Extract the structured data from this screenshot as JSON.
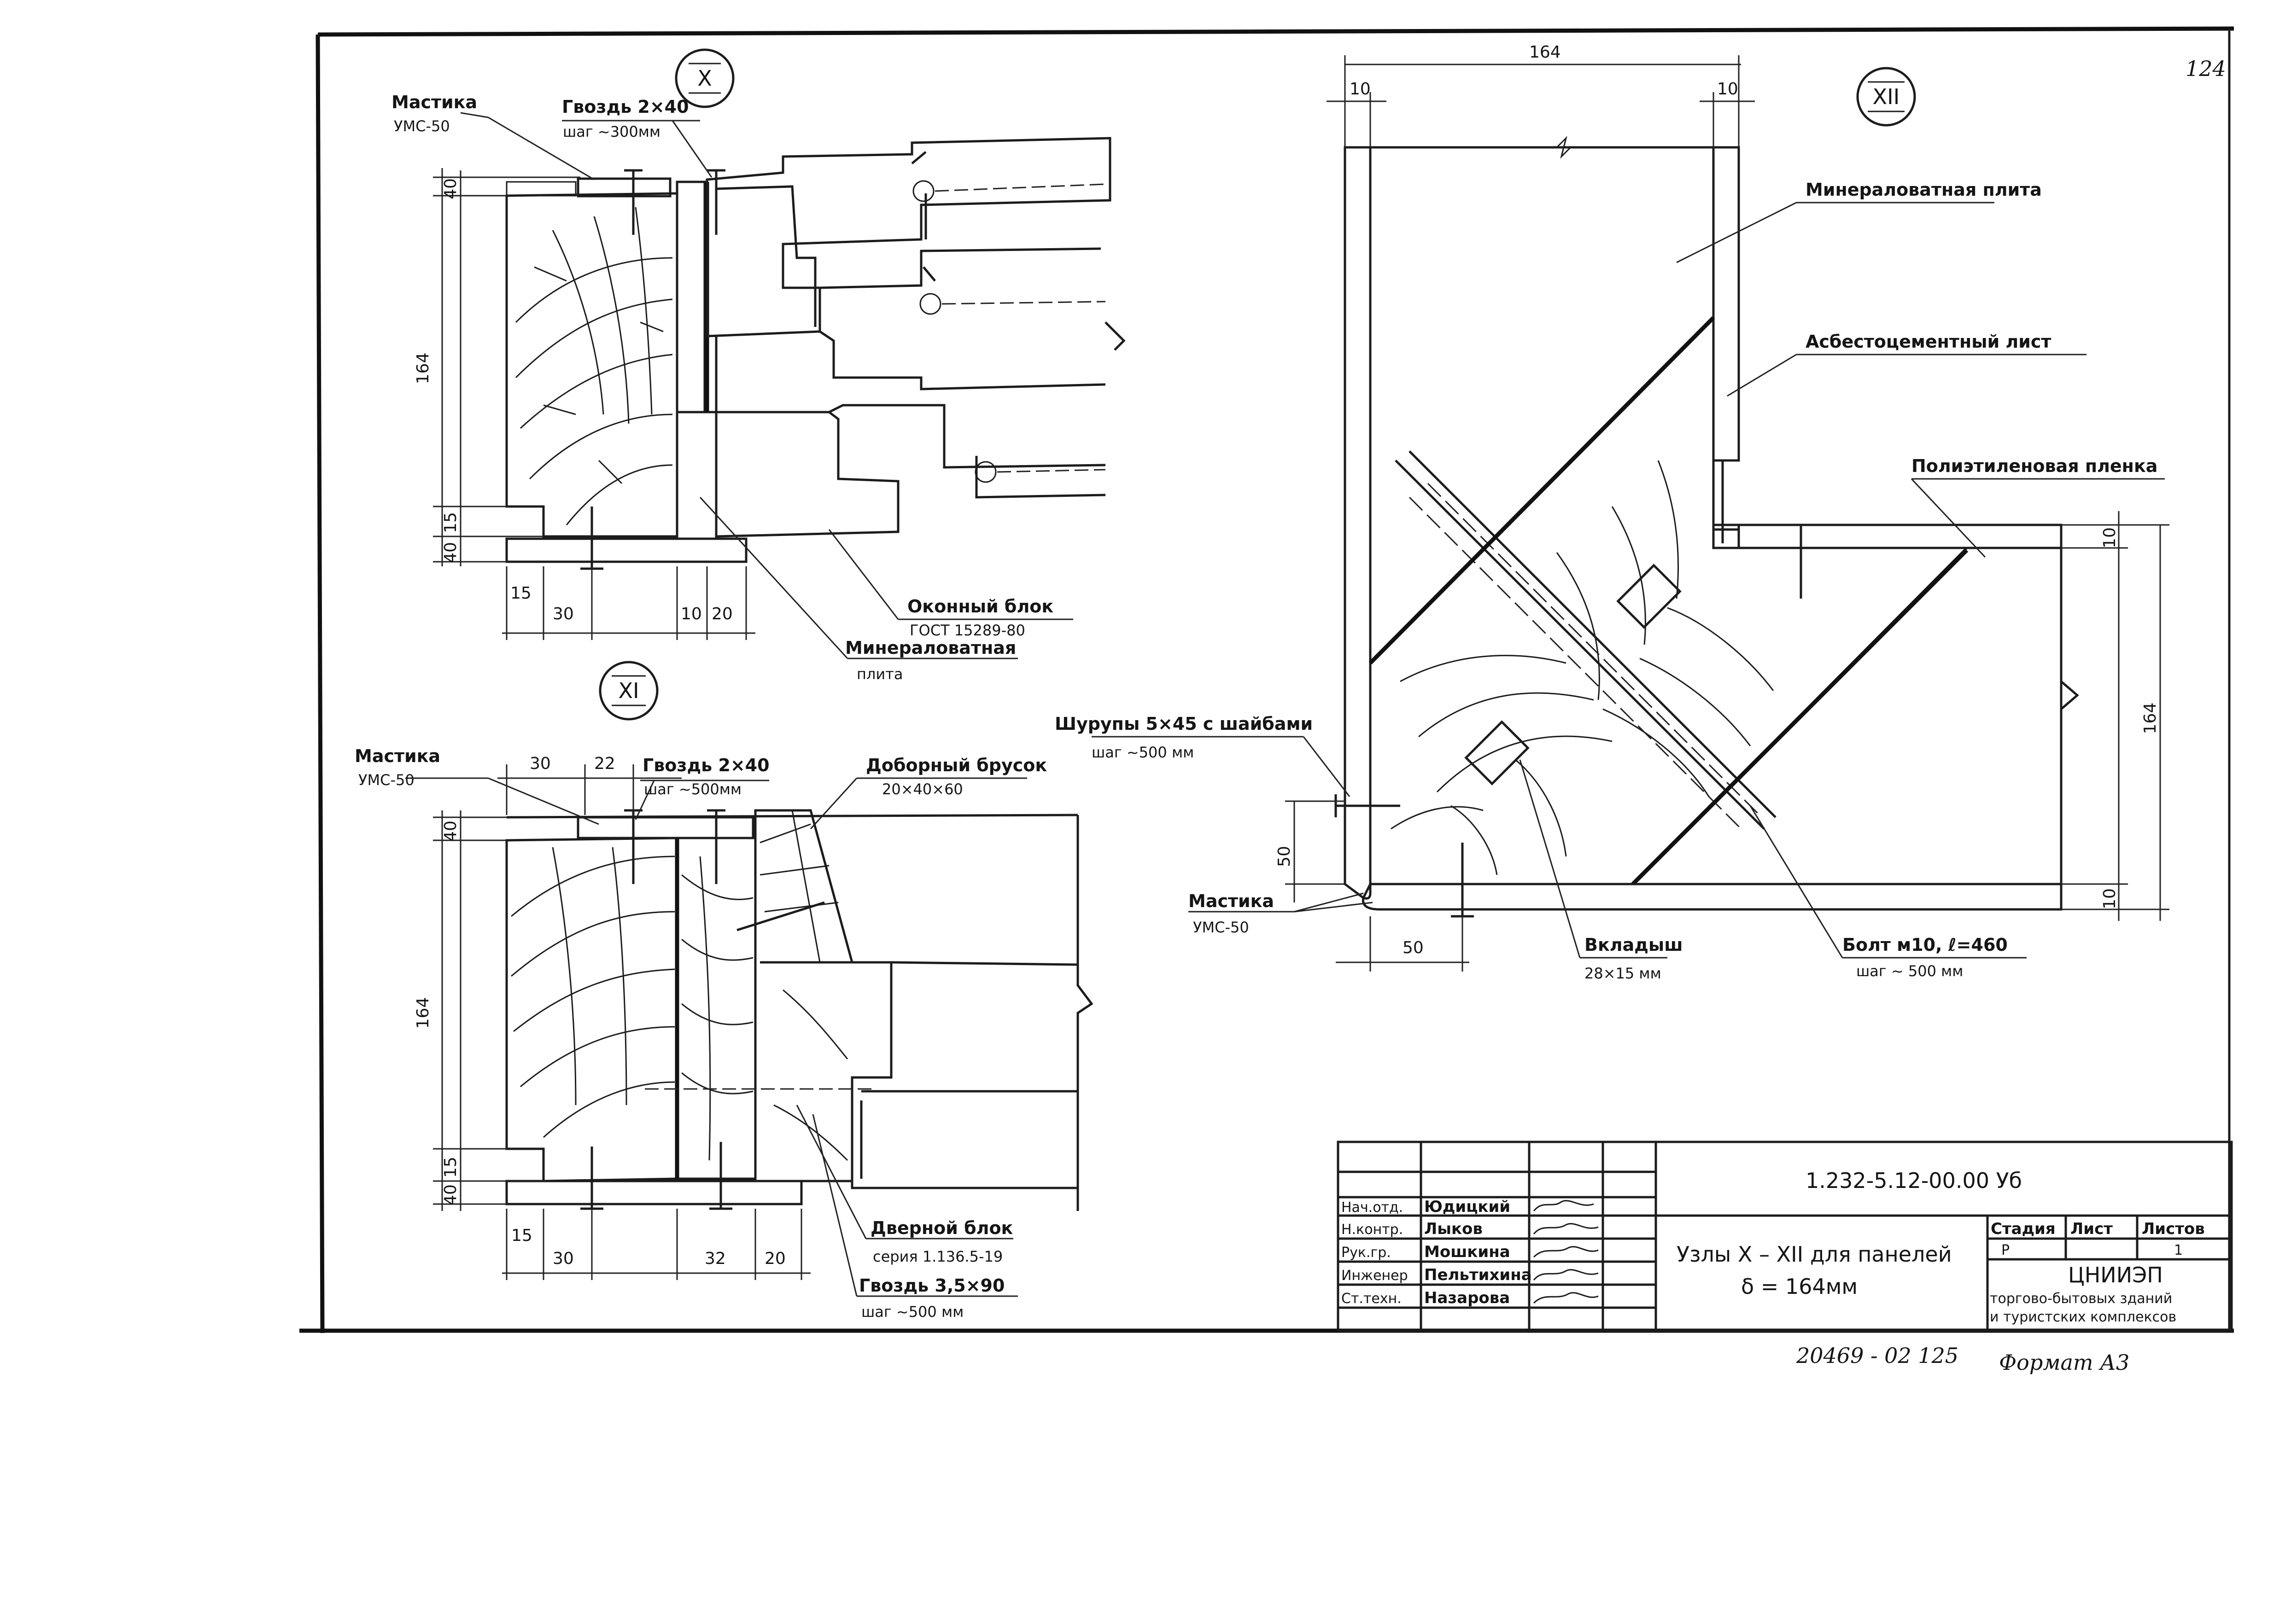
{
  "sheet": {
    "page_number": "124",
    "bottom_note": "20469 - 02   125",
    "format": "Формат  А3"
  },
  "node_x": {
    "badge": "X",
    "labels": {
      "mastika": "Мастика",
      "mastika_sub": "УМС-50",
      "nail": "Гвоздь 2×40",
      "nail_sub": "шаг ~300мм",
      "window": "Оконный блок",
      "window_sub": "ГОСТ 15289-80",
      "mineral": "Минераловатная",
      "mineral_sub": "плита"
    },
    "dims": {
      "total": "164",
      "top": "40",
      "d15": "15",
      "d40": "40",
      "b15": "15",
      "b30": "30",
      "b10": "10",
      "b20": "20"
    }
  },
  "node_xi": {
    "badge": "XI",
    "labels": {
      "mastika": "Мастика",
      "mastika_sub": "УМС-50",
      "nail": "Гвоздь 2×40",
      "nail_sub": "шаг ~500мм",
      "bar": "Доборный брусок",
      "bar_sub": "20×40×60",
      "door": "Дверной блок",
      "door_sub": "серия 1.136.5-19",
      "nail2": "Гвоздь 3,5×90",
      "nail2_sub": "шаг ~500 мм"
    },
    "dims": {
      "total": "164",
      "top": "40",
      "d15": "15",
      "d40": "40",
      "t30": "30",
      "t22": "22",
      "b15": "15",
      "b30": "30",
      "b32": "32",
      "b20": "20"
    }
  },
  "node_xii": {
    "badge": "XII",
    "labels": {
      "mineral": "Минераловатная плита",
      "asbestos": "Асбестоцементный лист",
      "polyethylene": "Полиэтиленовая пленка",
      "screw": "Шурупы 5×45 с шайбами",
      "screw_sub": "шаг ~500 мм",
      "mastika": "Мастика",
      "mastika_sub": "УМС-50",
      "insert": "Вкладыш",
      "insert_sub": "28×15 мм",
      "bolt": "Болт м10, ℓ=460",
      "bolt_sub": "шаг ~ 500 мм"
    },
    "dims": {
      "top_total": "164",
      "top_l": "10",
      "top_r": "10",
      "right_total": "164",
      "right_top": "10",
      "right_bottom": "10",
      "left_50": "50",
      "bottom_50": "50"
    }
  },
  "title_block": {
    "code": "1.232-5.12-00.00 Уб",
    "roles": [
      "Нач.отд.",
      "Н.контр.",
      "Рук.гр.",
      "Инженер",
      "Ст.техн."
    ],
    "names": [
      "Юдицкий",
      "Лыков",
      "Мошкина",
      "Пельтихина",
      "Назарова"
    ],
    "title_line1": "Узлы X – XII для панелей",
    "title_line2": "δ = 164мм",
    "stage_header": "Стадия",
    "sheet_header": "Лист",
    "sheets_header": "Листов",
    "stage_value": "Р",
    "sheets_value": "1",
    "org": "ЦНИИЭП",
    "org_line2": "торгово-бытовых зданий",
    "org_line3": "и туристских комплексов"
  }
}
